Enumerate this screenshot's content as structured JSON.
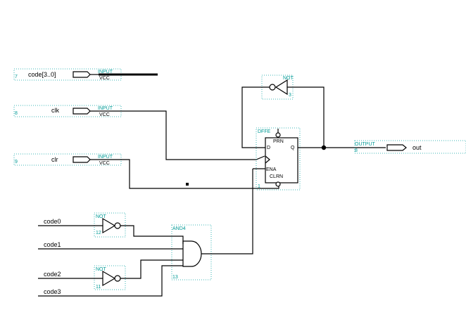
{
  "schematic": {
    "inputs": [
      {
        "name": "code[3..0]",
        "kind": "INPUT",
        "vcc": "VCC",
        "num": "7"
      },
      {
        "name": "clk",
        "kind": "INPUT",
        "vcc": "VCC",
        "num": "8"
      },
      {
        "name": "clr",
        "kind": "INPUT",
        "vcc": "VCC",
        "num": "9"
      }
    ],
    "output": {
      "name": "out",
      "kind": "OUTPUT",
      "num": "8"
    },
    "not_feedback": {
      "kind": "NOT",
      "num": "3"
    },
    "dff": {
      "kind": "DFFE",
      "prn": "PRN",
      "d": "D",
      "q": "Q",
      "ena": "ENA",
      "clrn": "CLRN",
      "num": "1"
    },
    "not_a": {
      "kind": "NOT",
      "num": "12"
    },
    "not_b": {
      "kind": "NOT",
      "num": "11"
    },
    "and4": {
      "kind": "AND4",
      "num": "13"
    },
    "nets": [
      "code0",
      "code1",
      "code2",
      "code3"
    ]
  }
}
